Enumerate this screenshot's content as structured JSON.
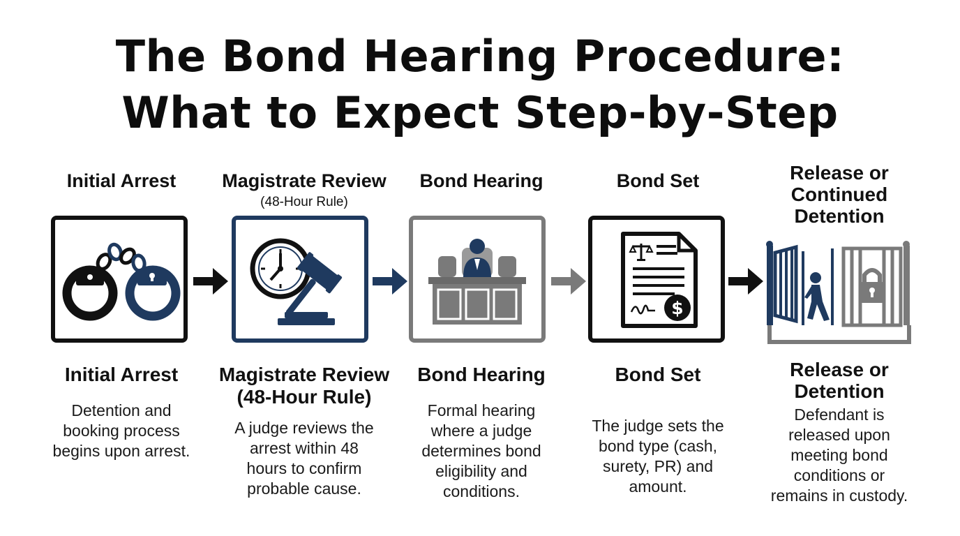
{
  "title": {
    "line1": "The Bond Hearing Procedure:",
    "line2": "What to Expect Step-by-Step"
  },
  "colors": {
    "black": "#111111",
    "navy": "#1f3a5f",
    "gray": "#7a7a7a"
  },
  "steps": [
    {
      "top_label": "Initial Arrest",
      "top_sub": "",
      "icon": "handcuffs-icon",
      "bottom_label": "Initial Arrest",
      "description": [
        "Detention and",
        "booking process",
        "begins upon arrest."
      ]
    },
    {
      "top_label": "Magistrate Review",
      "top_sub": "(48-Hour Rule)",
      "icon": "clock-gavel-icon",
      "bottom_label": "Magistrate Review",
      "bottom_label_2": "(48-Hour Rule)",
      "description": [
        "A judge reviews the",
        "arrest within 48",
        "hours to confirm",
        "probable cause."
      ]
    },
    {
      "top_label": "Bond Hearing",
      "top_sub": "",
      "icon": "courtroom-judge-icon",
      "bottom_label": "Bond Hearing",
      "description": [
        "Formal hearing",
        "where a judge",
        "determines bond",
        "eligibility and",
        "conditions."
      ]
    },
    {
      "top_label": "Bond Set",
      "top_sub": "",
      "icon": "bond-document-icon",
      "bottom_label": "Bond Set",
      "description": [
        "The judge sets the",
        "bond type (cash,",
        "surety, PR) and",
        "amount."
      ]
    },
    {
      "top_label": "Release or",
      "top_label_2": "Continued",
      "top_label_3": "Detention",
      "icon": "jail-gate-icon",
      "bottom_label": "Release or",
      "bottom_label_2": "Detention",
      "description": [
        "Defendant is",
        "released upon",
        "meeting bond",
        "conditions or",
        "remains in custody."
      ]
    }
  ]
}
